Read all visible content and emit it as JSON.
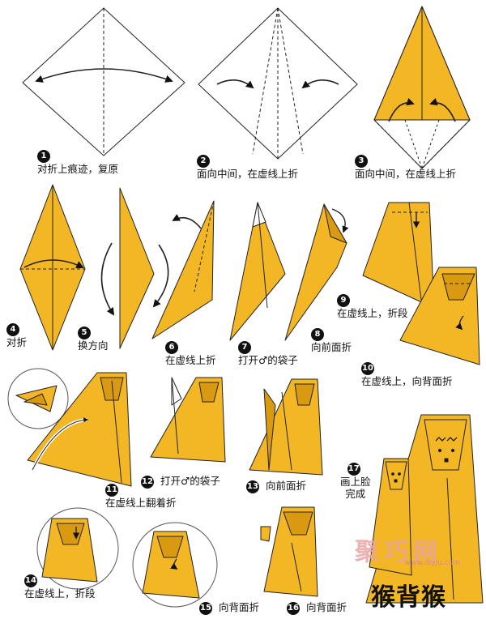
{
  "title": "猴背猴",
  "watermark": {
    "text": "聚巧网",
    "url": "www.diyju.com"
  },
  "colors": {
    "paper": "#F3B624",
    "paper_dark": "#D99A12",
    "line": "#222222"
  },
  "steps": [
    {
      "num": "1",
      "label": "对折上痕迹，复原"
    },
    {
      "num": "2",
      "label": "面向中间，在虚线上折"
    },
    {
      "num": "3",
      "label": "面向中间，在虚线上折"
    },
    {
      "num": "4",
      "label": "对折"
    },
    {
      "num": "5",
      "label": "换方向"
    },
    {
      "num": "6",
      "label": "在虚线上折"
    },
    {
      "num": "7",
      "label": "打开♂的袋子"
    },
    {
      "num": "8",
      "label": "向前面折"
    },
    {
      "num": "9",
      "label": "在虚线上，折段"
    },
    {
      "num": "10",
      "label": "在虚线上，向背面折"
    },
    {
      "num": "11",
      "label": "在虚线上翻着折"
    },
    {
      "num": "12",
      "label": "打开♂的袋子"
    },
    {
      "num": "13",
      "label": "向前面折"
    },
    {
      "num": "14",
      "label": "在虚线上，折段"
    },
    {
      "num": "15",
      "label": "向背面折"
    },
    {
      "num": "16",
      "label": "向背面折"
    },
    {
      "num": "17",
      "label_line1": "画上脸",
      "label_line2": "完成"
    }
  ]
}
